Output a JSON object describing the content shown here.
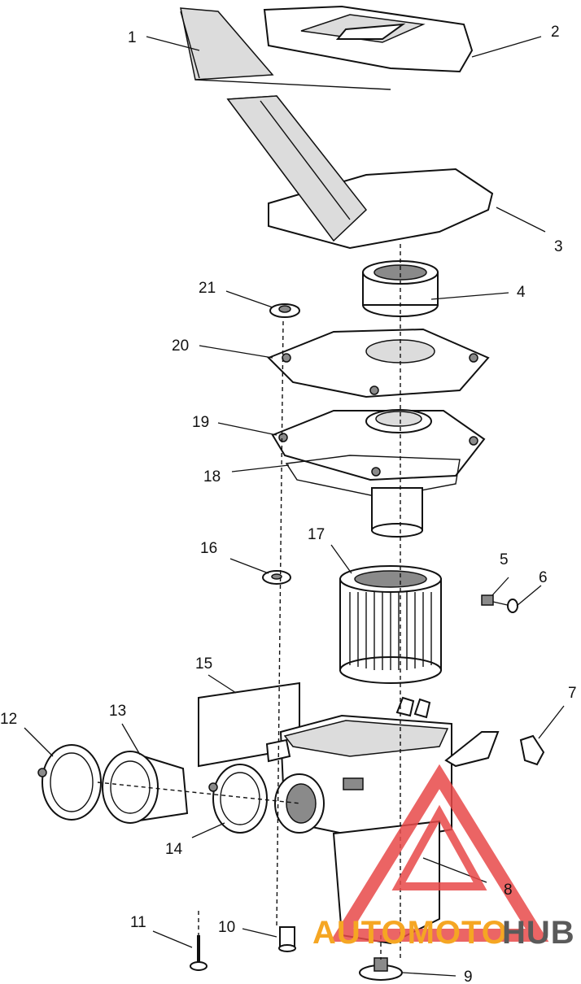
{
  "callouts": [
    "1",
    "2",
    "3",
    "4",
    "5",
    "6",
    "7",
    "8",
    "9",
    "10",
    "11",
    "12",
    "13",
    "14",
    "15",
    "16",
    "17",
    "18",
    "19",
    "20",
    "21"
  ],
  "watermark": {
    "word_a": "AUTOMOTO",
    "word_b": "HUB",
    "color_a": "#f5a623",
    "color_b": "#5a5a5a",
    "logo_color": "#e84a4a"
  }
}
